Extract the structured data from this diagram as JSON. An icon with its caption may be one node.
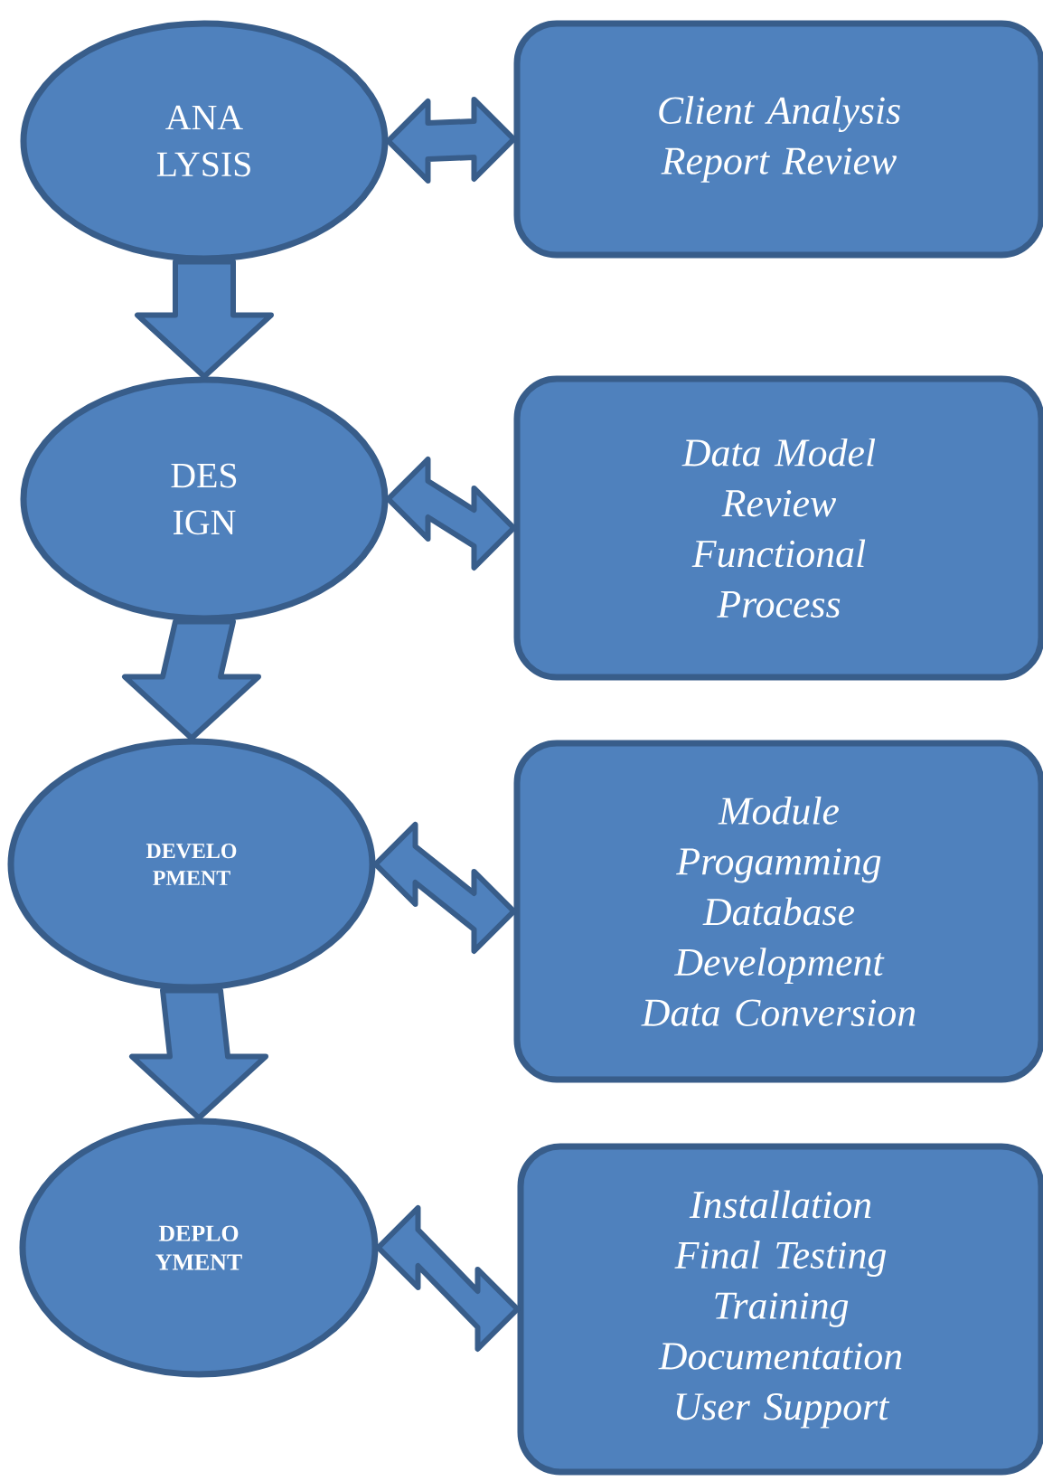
{
  "diagram": {
    "nodes": [
      {
        "text": [
          "ANA LYSIS"
        ]
      },
      {
        "text": [
          "Client Analysis",
          "Report Review"
        ]
      },
      {
        "text": [
          "DES IGN"
        ]
      },
      {
        "text": [
          "Data Model Review",
          "Functional Process"
        ]
      },
      {
        "text": [
          "DEVELO PMENT"
        ]
      },
      {
        "text": [
          "Module Progamming",
          "Database Development",
          "Data Conversion"
        ]
      },
      {
        "text": [
          "DEPLO YMENT"
        ]
      },
      {
        "text": [
          "Installation",
          "Final Testing",
          "Training",
          "Documentation",
          "User Support"
        ]
      }
    ],
    "edges": [
      {
        "from": 0,
        "to": 1,
        "arrow": "both"
      },
      {
        "from": 0,
        "to": 2,
        "arrow": "to"
      },
      {
        "from": 2,
        "to": 3,
        "arrow": "both"
      },
      {
        "from": 2,
        "to": 4,
        "arrow": "to"
      },
      {
        "from": 4,
        "to": 5,
        "arrow": "both"
      },
      {
        "from": 4,
        "to": 6,
        "arrow": "to"
      },
      {
        "from": 6,
        "to": 7,
        "arrow": "both"
      }
    ]
  }
}
